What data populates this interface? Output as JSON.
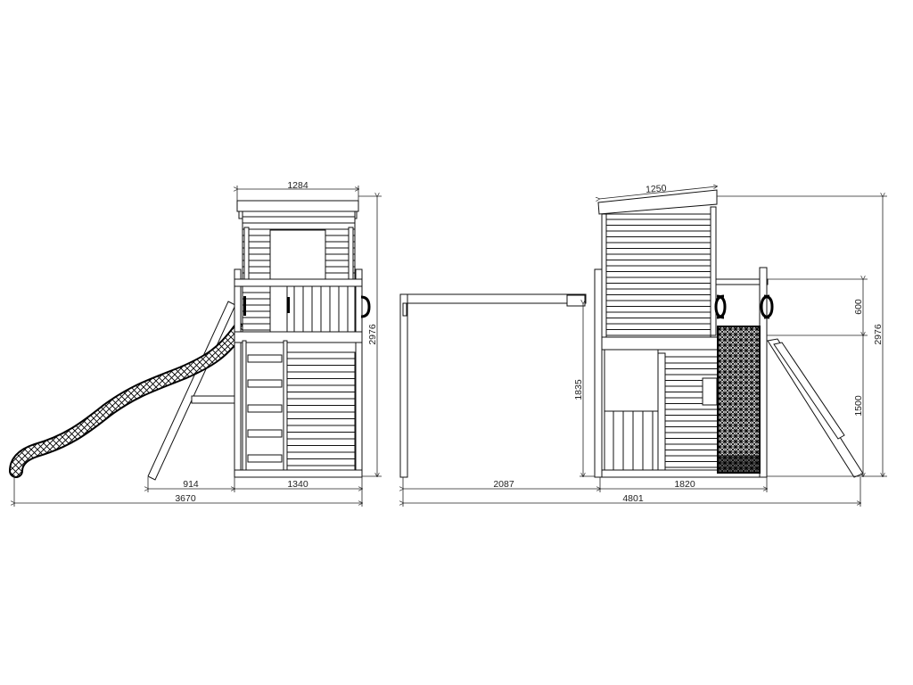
{
  "drawing": {
    "side_view": {
      "dimensions": {
        "roof_width": "1284",
        "total_height": "2976",
        "slide_support_offset": "914",
        "tower_depth": "1340",
        "total_length": "3670"
      }
    },
    "front_view": {
      "dimensions": {
        "roof_width": "1250",
        "total_height": "2976",
        "upper_rail_height": "600",
        "deck_height": "1500",
        "swing_beam_height": "1835",
        "swing_beam_length": "2087",
        "tower_width": "1820",
        "total_width": "4801"
      }
    }
  }
}
